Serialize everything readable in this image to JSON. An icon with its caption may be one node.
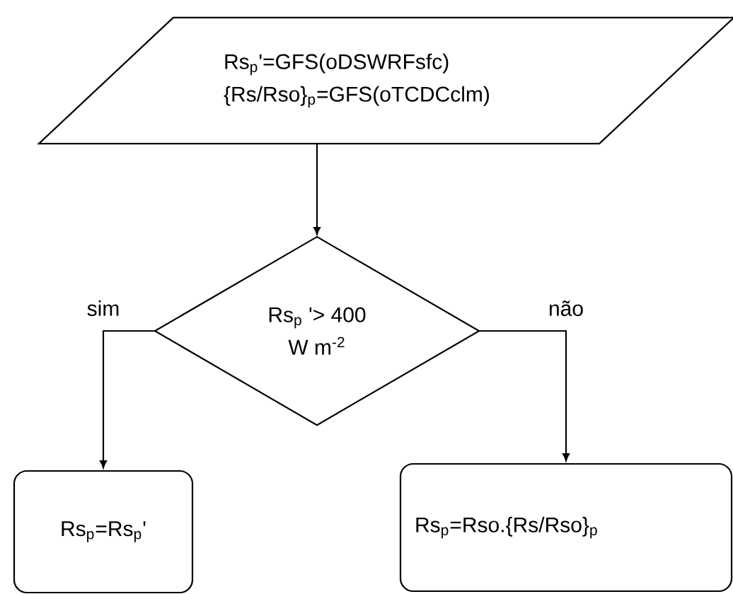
{
  "diagram": {
    "nodes": [
      {
        "text": [
          "Rs$_{p}$'=GFS(oDSWRFsfc)",
          "{Rs/Rso}$_{p}$=GFS(oTCDCclm)"
        ]
      },
      {
        "text": [
          "Rs$_{p}$ '> 400 W m$^{-2}$"
        ]
      },
      {
        "text": [
          "Rs$_{p}$=Rs$_{p}$'"
        ]
      },
      {
        "text": [
          "Rs$_{p}$=Rso.{Rs/Rso}$_{p}$"
        ]
      }
    ],
    "edges": [
      {
        "from": 0,
        "to": 1,
        "arrow": "to"
      },
      {
        "from": 1,
        "to": 2,
        "arrow": "to",
        "label": "sim"
      },
      {
        "from": 1,
        "to": 3,
        "arrow": "to",
        "label": "não"
      }
    ]
  }
}
